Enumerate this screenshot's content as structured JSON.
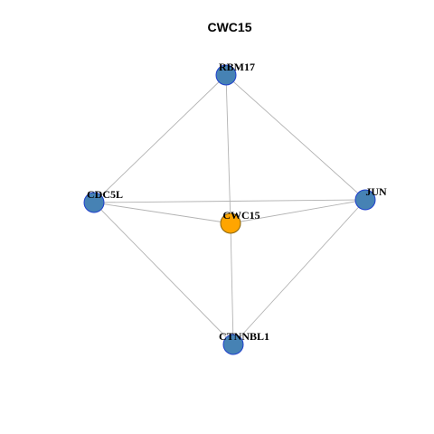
{
  "title": "CWC15",
  "colors": {
    "hub_fill": "#FFA500",
    "hub_stroke": "#8B6508",
    "node_fill": "#4682B4",
    "node_stroke": "#1E3FCC",
    "edge": "#B3B3B3"
  },
  "nodes": [
    {
      "id": "RBM17",
      "label": "RBM17",
      "hub": false
    },
    {
      "id": "CDC5L",
      "label": "CDC5L",
      "hub": false
    },
    {
      "id": "JUN",
      "label": "JUN",
      "hub": false
    },
    {
      "id": "CWC15",
      "label": "CWC15",
      "hub": true
    },
    {
      "id": "CTNNBL1",
      "label": "CTNNBL1",
      "hub": false
    }
  ],
  "edges": [
    [
      "RBM17",
      "CDC5L"
    ],
    [
      "RBM17",
      "JUN"
    ],
    [
      "RBM17",
      "CWC15"
    ],
    [
      "CDC5L",
      "JUN"
    ],
    [
      "CDC5L",
      "CWC15"
    ],
    [
      "CDC5L",
      "CTNNBL1"
    ],
    [
      "JUN",
      "CWC15"
    ],
    [
      "JUN",
      "CTNNBL1"
    ],
    [
      "CWC15",
      "CTNNBL1"
    ]
  ]
}
